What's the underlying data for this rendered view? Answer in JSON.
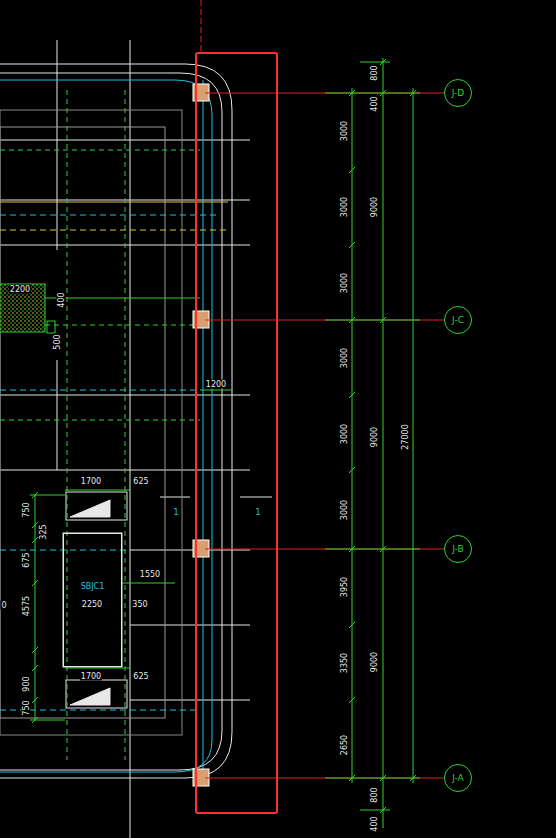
{
  "diagram": {
    "nodes": [
      {
        "text": [
          "J-D"
        ]
      },
      {
        "text": [
          "J-C"
        ]
      },
      {
        "text": [
          "J-B"
        ]
      },
      {
        "text": [
          "SBJC1"
        ]
      },
      {
        "text": [
          "J-A"
        ]
      }
    ],
    "labels": [
      "2200",
      "400",
      "500",
      "1200",
      "1700",
      "625",
      "750",
      "325",
      "675",
      "4575",
      "0",
      "2250",
      "1550",
      "350",
      "1700",
      "625",
      "900",
      "750",
      "1",
      "1",
      "3000",
      "3000",
      "3000",
      "3000",
      "3000",
      "3000",
      "3950",
      "3350",
      "2650",
      "800",
      "400",
      "9000",
      "9000",
      "9000",
      "800",
      "400",
      "27000"
    ]
  }
}
